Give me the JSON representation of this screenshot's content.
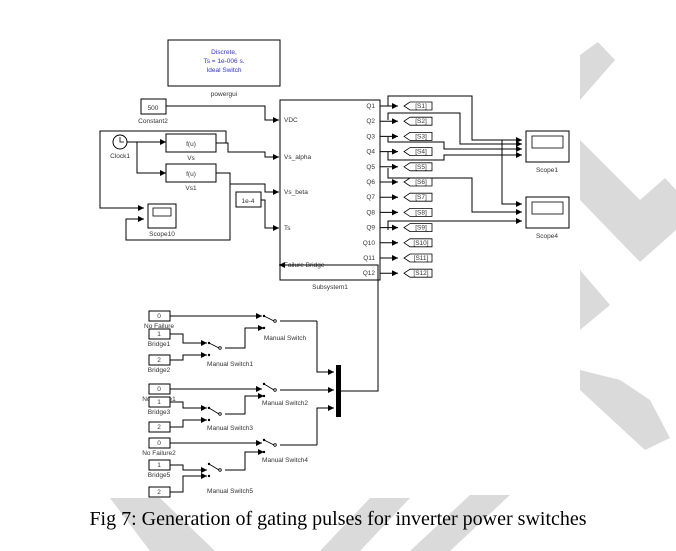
{
  "powergui": {
    "lines": [
      "Discrete,",
      "Ts = 1e-006 s.",
      "Ideal Switch"
    ],
    "label": "powergui",
    "text_color": "#3333cc"
  },
  "constant2": {
    "value": "500",
    "label": "Constant2"
  },
  "clock": {
    "label": "Clock1"
  },
  "fcn_vs": {
    "expr": "f(u)",
    "label": "Vs"
  },
  "fcn_vs1": {
    "expr": "f(u)",
    "label": "Vs1"
  },
  "ts_const": {
    "value": "1e-4"
  },
  "scope10": {
    "label": "Scope10"
  },
  "subsystem": {
    "label": "Subsystem1",
    "inputs": [
      "VDC",
      "Vs_alpha",
      "Vs_beta",
      "Ts",
      "Failure Bridge"
    ],
    "outputs": [
      "Q1",
      "Q2",
      "Q3",
      "Q4",
      "Q5",
      "Q6",
      "Q7",
      "Q8",
      "Q9",
      "Q10",
      "Q11",
      "Q12"
    ]
  },
  "goto_tags": [
    "[S1]",
    "[S2]",
    "[S3]",
    "[S4]",
    "[S5]",
    "[S6]",
    "[S7]",
    "[S8]",
    "[S9]",
    "[S10]",
    "[S11]",
    "[S12]"
  ],
  "scope1": {
    "label": "Scope1"
  },
  "scope4": {
    "label": "Scope4"
  },
  "constants": [
    {
      "value": "0",
      "label": "No Failure"
    },
    {
      "value": "1",
      "label": "Bridge1"
    },
    {
      "value": "2",
      "label": "Bridge2"
    },
    {
      "value": "0",
      "label": "No Failure1"
    },
    {
      "value": "1",
      "label": "Bridge3"
    },
    {
      "value": "2",
      "label": ""
    },
    {
      "value": "0",
      "label": "No Failure2"
    },
    {
      "value": "1",
      "label": "Bridge5"
    },
    {
      "value": "2",
      "label": ""
    }
  ],
  "switches": [
    "Manual Switch",
    "Manual Switch1",
    "Manual Switch2",
    "Manual Switch3",
    "Manual Switch4",
    "Manual Switch5"
  ],
  "caption": "Fig 7: Generation of gating pulses for inverter power switches",
  "watermark_color": "#d4d4d4"
}
